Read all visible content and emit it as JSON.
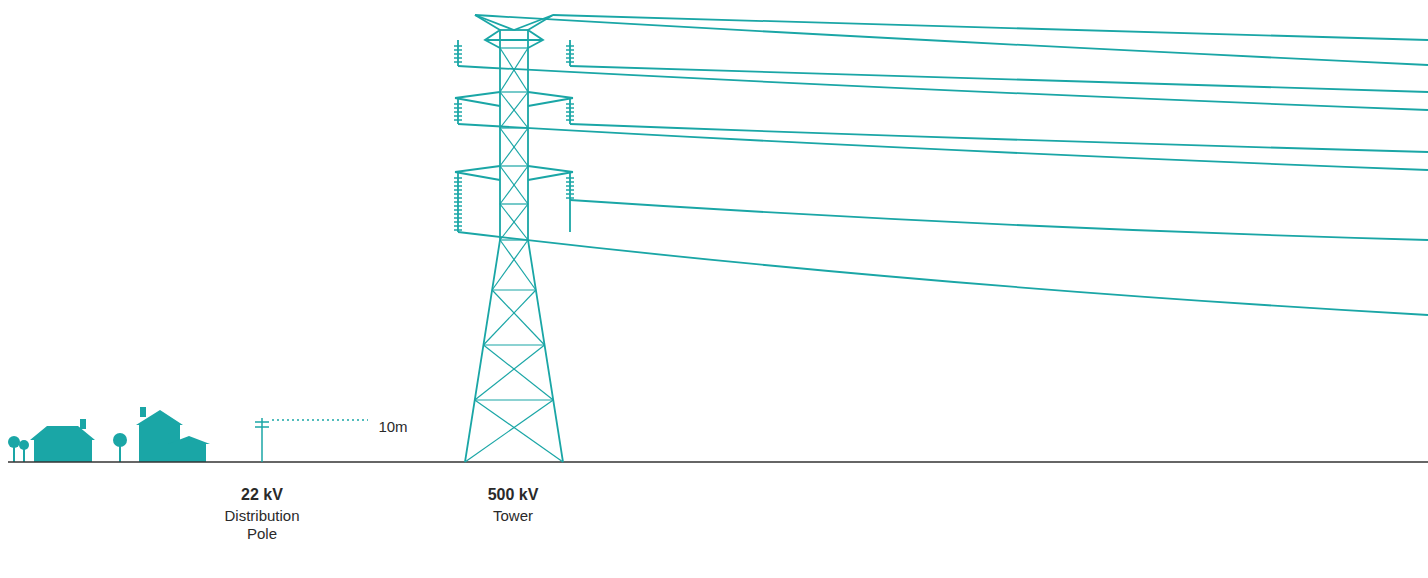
{
  "diagram": {
    "labels": [
      "10m",
      "22 kV",
      "Distribution Pole",
      "500 kV",
      "Tower"
    ]
  }
}
